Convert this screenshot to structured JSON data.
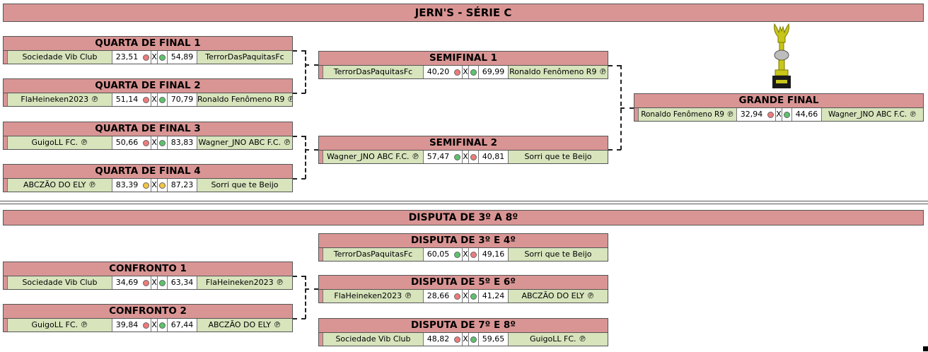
{
  "title": "JERN'S - SÉRIE C",
  "section2_title": "DISPUTA DE 3º A 8º",
  "quarterfinals": [
    {
      "label": "QUARTA DE FINAL 1",
      "home": "Sociedade Vib Club",
      "home_score": "23,51",
      "away_score": "54,89",
      "away": "TerrorDasPaquitasFc"
    },
    {
      "label": "QUARTA DE FINAL 2",
      "home": "FlaHeineken2023 ℗",
      "home_score": "51,14",
      "away_score": "70,79",
      "away": "Ronaldo Fenômeno R9 ℗"
    },
    {
      "label": "QUARTA DE FINAL 3",
      "home": "GuigoLL FC. ℗",
      "home_score": "50,66",
      "away_score": "83,83",
      "away": "Wagner_JNO ABC F.C. ℗"
    },
    {
      "label": "QUARTA DE FINAL 4",
      "home": "ABCZÃO DO ELY ℗",
      "home_score": "83,39",
      "away_score": "87,23",
      "away": "Sorri que te Beijo"
    }
  ],
  "semifinals": [
    {
      "label": "SEMIFINAL 1",
      "home": "TerrorDasPaquitasFc",
      "home_score": "40,20",
      "away_score": "69,99",
      "away": "Ronaldo Fenômeno R9 ℗"
    },
    {
      "label": "SEMIFINAL 2",
      "home": "Wagner_JNO ABC F.C. ℗",
      "home_score": "57,47",
      "away_score": "40,81",
      "away": "Sorri que te Beijo"
    }
  ],
  "final": {
    "label": "GRANDE FINAL",
    "home": "Ronaldo Fenômeno R9 ℗",
    "home_score": "32,94",
    "away_score": "44,66",
    "away": "Wagner_JNO ABC F.C. ℗"
  },
  "confrontos": [
    {
      "label": "CONFRONTO 1",
      "home": "Sociedade Vib Club",
      "home_score": "34,69",
      "away_score": "63,34",
      "away": "FlaHeineken2023 ℗"
    },
    {
      "label": "CONFRONTO 2",
      "home": "GuigoLL FC. ℗",
      "home_score": "39,84",
      "away_score": "67,44",
      "away": "ABCZÃO DO ELY ℗"
    }
  ],
  "placements": [
    {
      "label": "DISPUTA DE 3º E 4º",
      "home": "TerrorDasPaquitasFc",
      "home_score": "60,05",
      "away_score": "49,16",
      "away": "Sorri que te Beijo"
    },
    {
      "label": "DISPUTA DE 5º E 6º",
      "home": "FlaHeineken2023 ℗",
      "home_score": "28,66",
      "away_score": "41,24",
      "away": "ABCZÃO DO ELY ℗"
    },
    {
      "label": "DISPUTA DE 7º E 8º",
      "home": "Sociedade Vib Club",
      "home_score": "48,82",
      "away_score": "59,65",
      "away": "GuigoLL FC. ℗"
    }
  ],
  "vs_label": "X",
  "colors": {
    "header": "#d99594",
    "team_cell": "#d7e4bc",
    "win": "#5cc36b",
    "loss": "#f07b7b",
    "tie": "#f4c542"
  },
  "icons": {
    "trophy": "trophy-icon"
  }
}
